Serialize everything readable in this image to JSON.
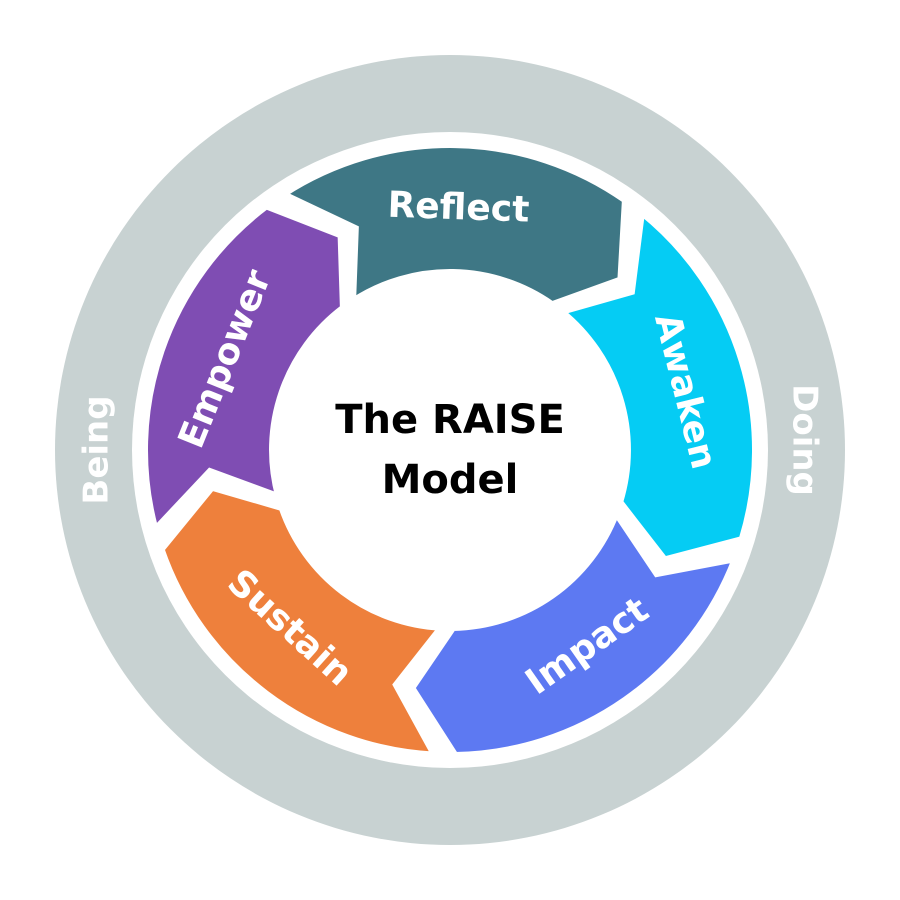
{
  "center": {
    "line1": "The RAISE",
    "line2": "Model"
  },
  "outer_ring": {
    "left_label": "Being",
    "right_label": "Doing",
    "color": "#c8d2d2"
  },
  "segments": [
    {
      "id": "reflect",
      "label": "Reflect",
      "color": "#3e7785"
    },
    {
      "id": "awaken",
      "label": "Awaken",
      "color": "#05ccf4"
    },
    {
      "id": "impact",
      "label": "Impact",
      "color": "#5d79f2"
    },
    {
      "id": "sustain",
      "label": "Sustain",
      "color": "#ee803c"
    },
    {
      "id": "empower",
      "label": "Empower",
      "color": "#7f4db3"
    }
  ]
}
